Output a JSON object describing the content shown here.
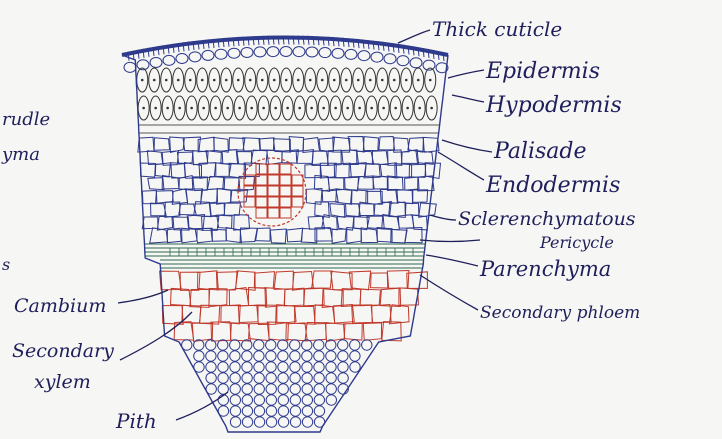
{
  "colors": {
    "paper": "#f6f6f4",
    "ink": "#1f1f5c",
    "cell_ink": "#2e3a8c",
    "red_ink": "#c0392b",
    "green_ink": "#2f6b4f"
  },
  "fragments": {
    "top": "rudle",
    "mid": "yma",
    "mark": "s"
  },
  "labels": {
    "thick_cuticle": "Thick cuticle",
    "epidermis": "Epidermis",
    "hypodermis": "Hypodermis",
    "palisade": "Palisade",
    "endodermis": "Endodermis",
    "sclerenchymatous": "Sclerenchymatous",
    "pericycle": "Pericycle",
    "parenchyma": "Parenchyma",
    "secondary_phloem": "Secondary phloem",
    "cambium": "Cambium",
    "secondary_xylem_1": "Secondary",
    "secondary_xylem_2": "xylem",
    "pith": "Pith"
  }
}
